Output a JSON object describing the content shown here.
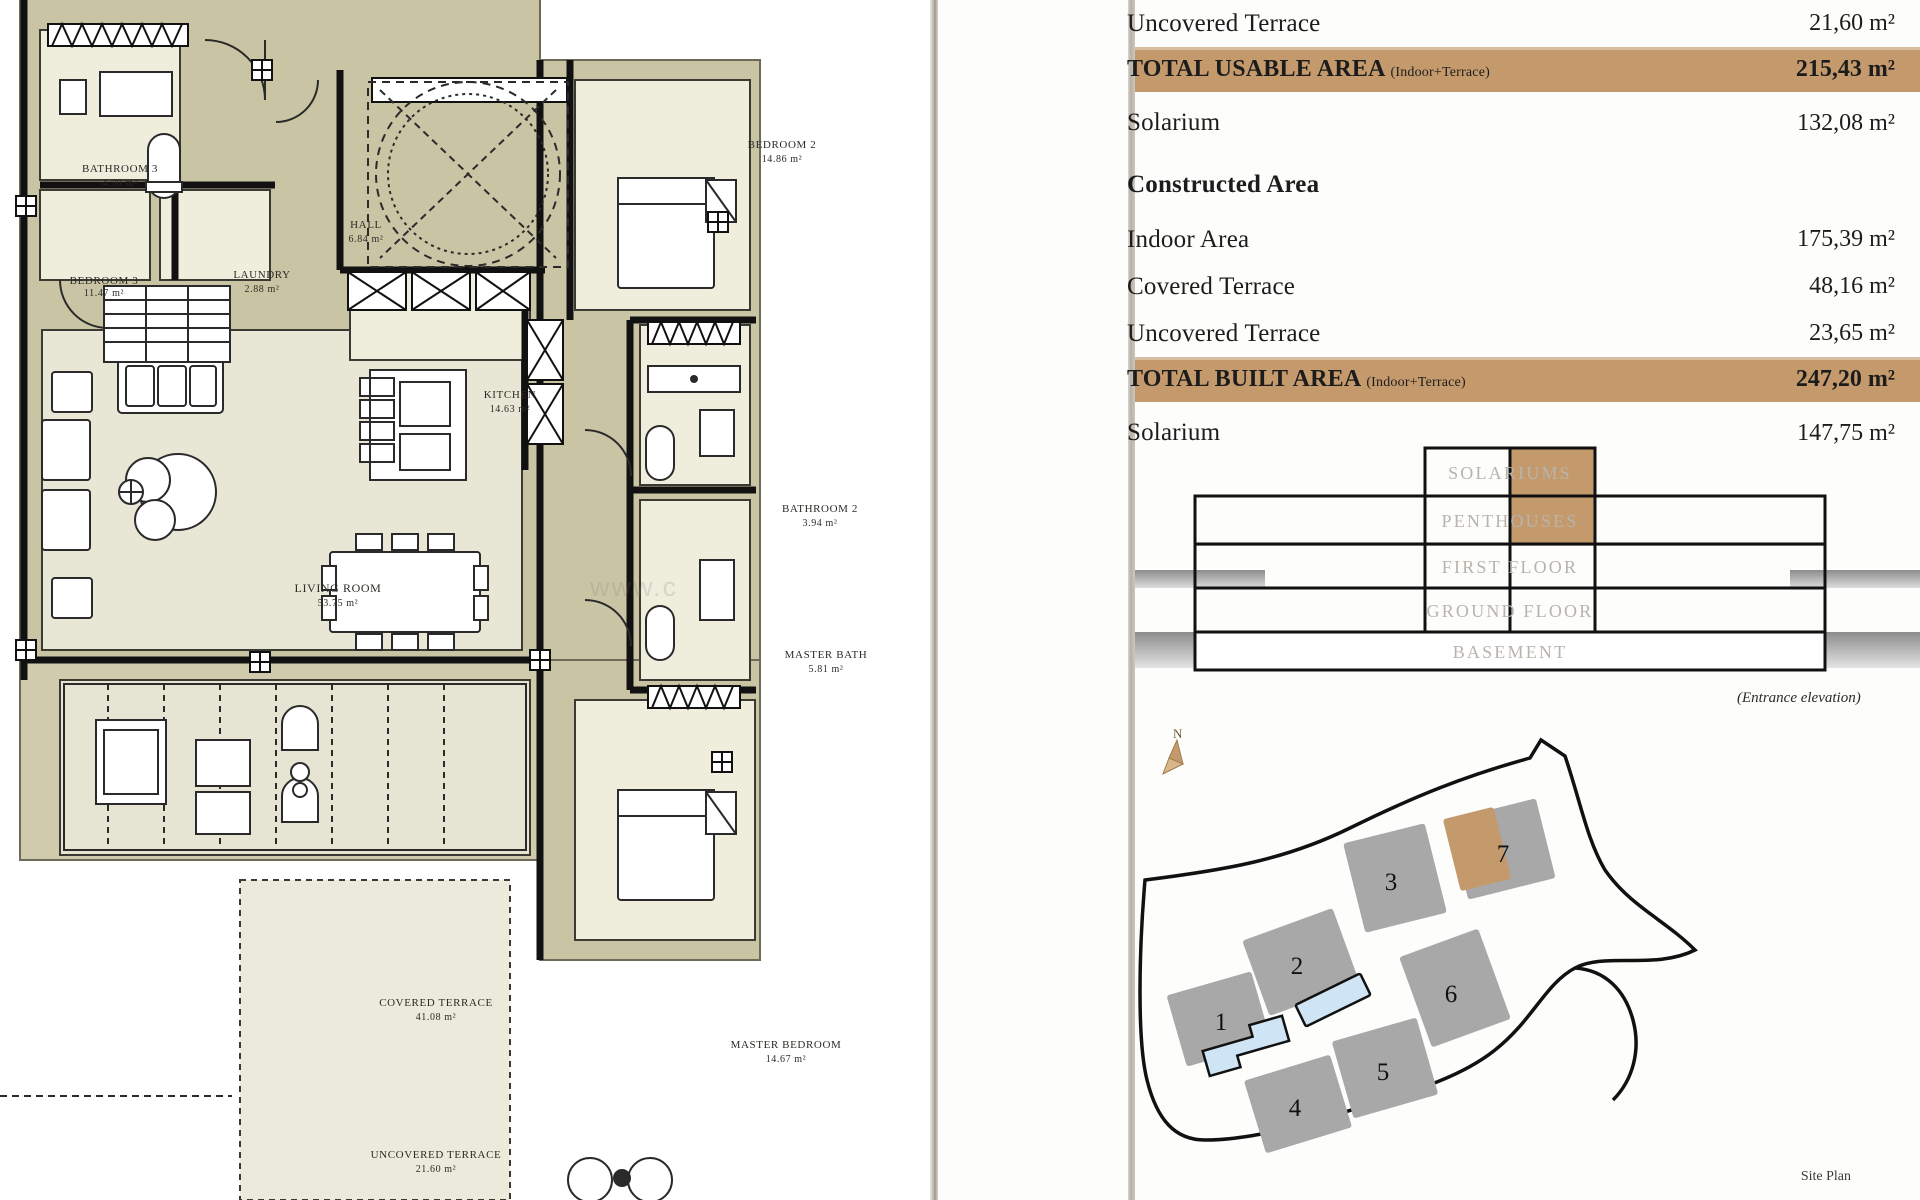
{
  "areas": {
    "usable_rows": [
      {
        "label": "Uncovered Terrace",
        "value": "21,60 m²",
        "highlight": false,
        "bold": false,
        "sub": ""
      },
      {
        "label": "TOTAL USABLE AREA",
        "sub": "(Indoor+Terrace)",
        "value": "215,43 m²",
        "highlight": true,
        "bold": true
      },
      {
        "label": "Solarium",
        "value": "132,08 m²",
        "highlight": false,
        "bold": false,
        "sub": ""
      }
    ],
    "constructed_title": "Constructed Area",
    "constructed_rows": [
      {
        "label": "Indoor Area",
        "value": "175,39 m²",
        "highlight": false,
        "bold": false,
        "sub": ""
      },
      {
        "label": "Covered Terrace",
        "value": "48,16 m²",
        "highlight": false,
        "bold": false,
        "sub": ""
      },
      {
        "label": "Uncovered Terrace",
        "value": "23,65 m²",
        "highlight": false,
        "bold": false,
        "sub": ""
      },
      {
        "label": "TOTAL BUILT AREA",
        "sub": "(Indoor+Terrace)",
        "value": "247,20 m²",
        "highlight": true,
        "bold": true
      },
      {
        "label": "Solarium",
        "value": "147,75 m²",
        "highlight": false,
        "bold": false,
        "sub": ""
      }
    ]
  },
  "elevation": {
    "levels": [
      "SOLARIUMS",
      "PENTHOUSES",
      "FIRST FLOOR",
      "GROUND FLOOR",
      "BASEMENT"
    ],
    "caption": "(Entrance elevation)",
    "highlight_color": "#c49a6c"
  },
  "site_plan": {
    "caption": "Site Plan",
    "blocks": [
      "1",
      "2",
      "3",
      "4",
      "5",
      "6",
      "7"
    ],
    "highlighted_block": "7",
    "north_label": "N"
  },
  "floorplan": {
    "rooms": [
      {
        "name": "BATHROOM 3",
        "area": "4.90 m²"
      },
      {
        "name": "BEDROOM 3",
        "area": "11.47 m²"
      },
      {
        "name": "HALL",
        "area": "6.84 m²"
      },
      {
        "name": "LAUNDRY",
        "area": "2.88 m²"
      },
      {
        "name": "KITCHEN",
        "area": "14.63 m²"
      },
      {
        "name": "LIVING ROOM",
        "area": "53.75 m²"
      },
      {
        "name": "BEDROOM 2",
        "area": "14.86 m²"
      },
      {
        "name": "BATHROOM 2",
        "area": "3.94 m²"
      },
      {
        "name": "MASTER BATH",
        "area": "5.81 m²"
      },
      {
        "name": "MASTER BEDROOM",
        "area": "14.67 m²"
      },
      {
        "name": "COVERED TERRACE",
        "area": "41.08 m²"
      },
      {
        "name": "UNCOVERED TERRACE",
        "area": "21.60 m²"
      }
    ],
    "watermark": "www.c"
  },
  "colors": {
    "accent": "#c49a6c",
    "wall_fill": "#c9c5a4",
    "room_fill": "#e8e6d4",
    "ink": "#1c1c1c"
  }
}
